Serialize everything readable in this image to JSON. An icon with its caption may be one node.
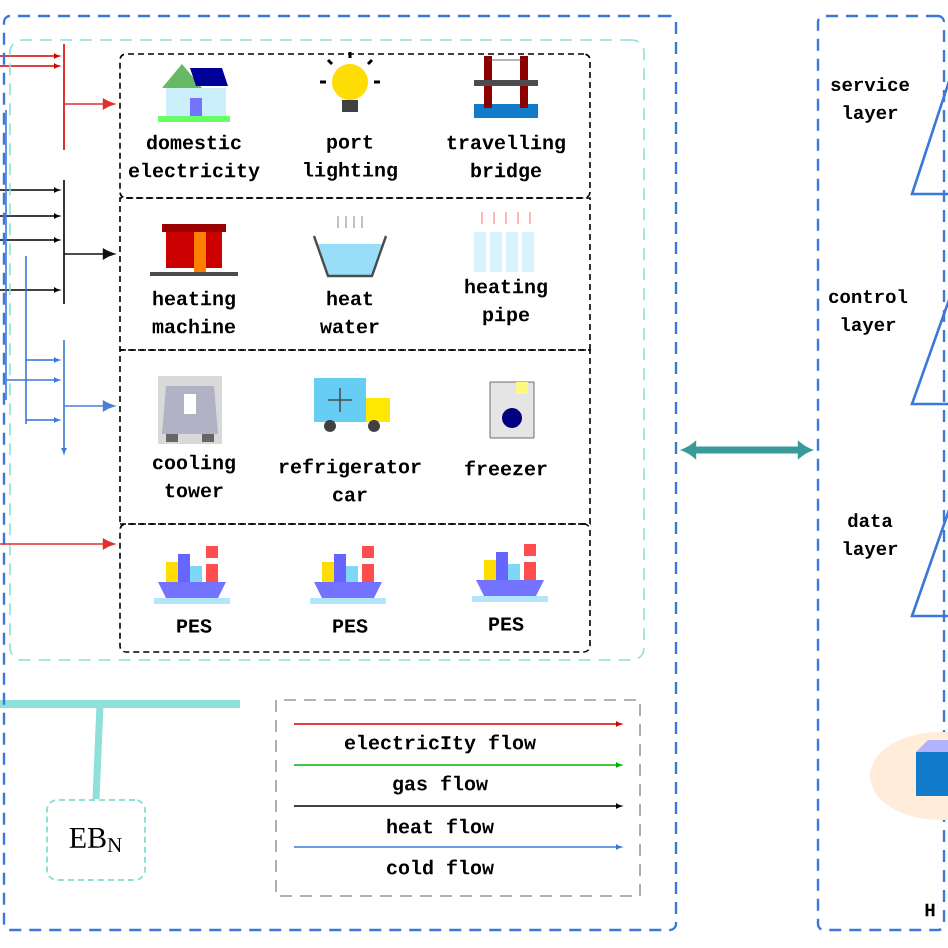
{
  "diagram": {
    "nodes": [
      {
        "text": [],
        "shape": "box"
      },
      {
        "text": [],
        "shape": "box",
        "in": 0
      },
      {
        "text": [],
        "shape": "box",
        "in": 1
      },
      {
        "text": [
          "domestic electricity"
        ],
        "in": 2
      },
      {
        "text": [
          "port lighting"
        ],
        "in": 2
      },
      {
        "text": [
          "travelling bridge"
        ],
        "in": 2
      },
      {
        "text": [],
        "shape": "box",
        "in": 1
      },
      {
        "text": [
          "heating machine"
        ],
        "in": 6
      },
      {
        "text": [
          "heat water"
        ],
        "in": 6
      },
      {
        "text": [
          "heating pipe"
        ],
        "in": 6
      },
      {
        "text": [],
        "shape": "box",
        "in": 1
      },
      {
        "text": [
          "cooling tower"
        ],
        "in": 10
      },
      {
        "text": [
          "refrigerator car"
        ],
        "in": 10
      },
      {
        "text": [
          "freezer"
        ],
        "in": 10
      },
      {
        "text": [],
        "shape": "box",
        "in": 1
      },
      {
        "text": [
          "PES"
        ],
        "in": 14
      },
      {
        "text": [
          "PES"
        ],
        "in": 14
      },
      {
        "text": [
          "PES"
        ],
        "in": 14
      },
      {
        "text": [
          "EB$_{N}$"
        ],
        "in": 0
      },
      {
        "text": [],
        "shape": "box"
      }
    ],
    "edges": [
      {
        "from": null,
        "to": 2,
        "arrow": "to",
        "color": "#e03030"
      },
      {
        "from": null,
        "to": 6,
        "arrow": "to",
        "color": "#111111"
      },
      {
        "from": null,
        "to": 10,
        "arrow": "to",
        "color": "#4a7fd8"
      },
      {
        "from": null,
        "to": 14,
        "arrow": "to",
        "color": "#e03030"
      },
      {
        "from": null,
        "to": 18,
        "arrow": "none",
        "style": "thick",
        "color": "#8fe0d8"
      },
      {
        "from": 0,
        "to": 19,
        "arrow": "both",
        "style": "thick",
        "color": "#3a9a9a"
      }
    ],
    "labels": [
      "service layer",
      "control layer",
      "data layer",
      "H"
    ],
    "legend": [
      {
        "text": "electricIty flow"
      },
      {
        "text": "gas flow"
      },
      {
        "text": "heat flow"
      },
      {
        "text": "cold flow"
      }
    ]
  }
}
